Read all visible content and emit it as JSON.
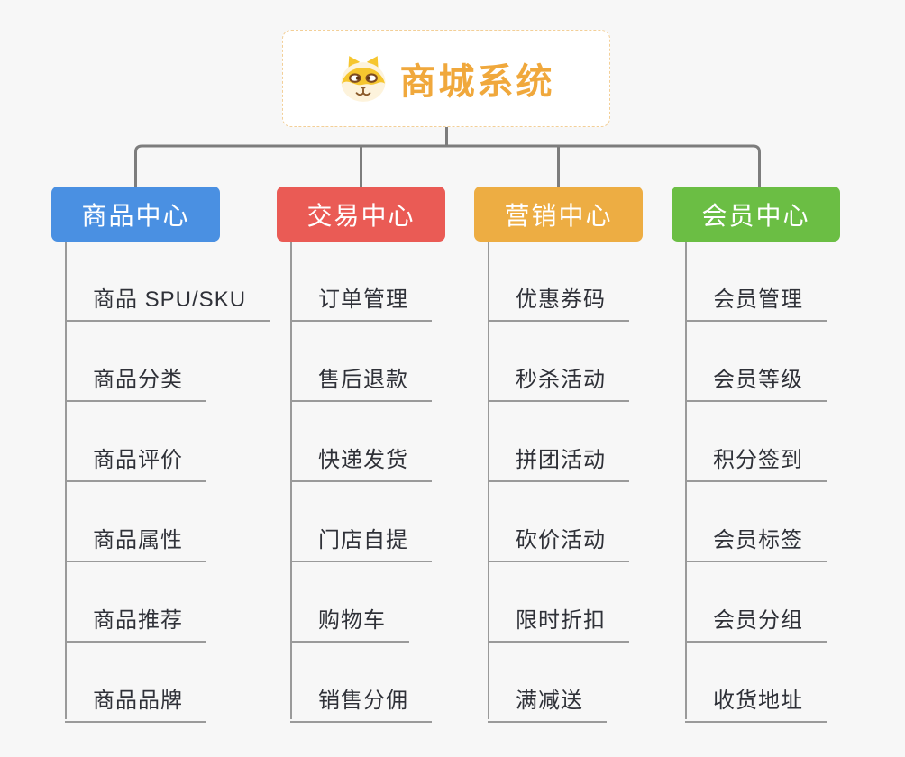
{
  "background": "#f7f7f7",
  "colors": {
    "connector": "#7d7d7d",
    "branch_line": "#9a9a9a",
    "leaf_text": "#2f3138"
  },
  "root": {
    "title": "商城系统",
    "accent": "#f0a83c",
    "border_color": "#f3cf97",
    "icon": "shiba-dog-icon"
  },
  "branches": [
    {
      "label": "商品中心",
      "color": "#4a90e2",
      "items": [
        "商品 SPU/SKU",
        "商品分类",
        "商品评价",
        "商品属性",
        "商品推荐",
        "商品品牌"
      ]
    },
    {
      "label": "交易中心",
      "color": "#ea5b55",
      "items": [
        "订单管理",
        "售后退款",
        "快递发货",
        "门店自提",
        "购物车",
        "销售分佣"
      ]
    },
    {
      "label": "营销中心",
      "color": "#edad43",
      "items": [
        "优惠券码",
        "秒杀活动",
        "拼团活动",
        "砍价活动",
        "限时折扣",
        "满减送"
      ]
    },
    {
      "label": "会员中心",
      "color": "#6bbe44",
      "items": [
        "会员管理",
        "会员等级",
        "积分签到",
        "会员标签",
        "会员分组",
        "收货地址"
      ]
    }
  ]
}
